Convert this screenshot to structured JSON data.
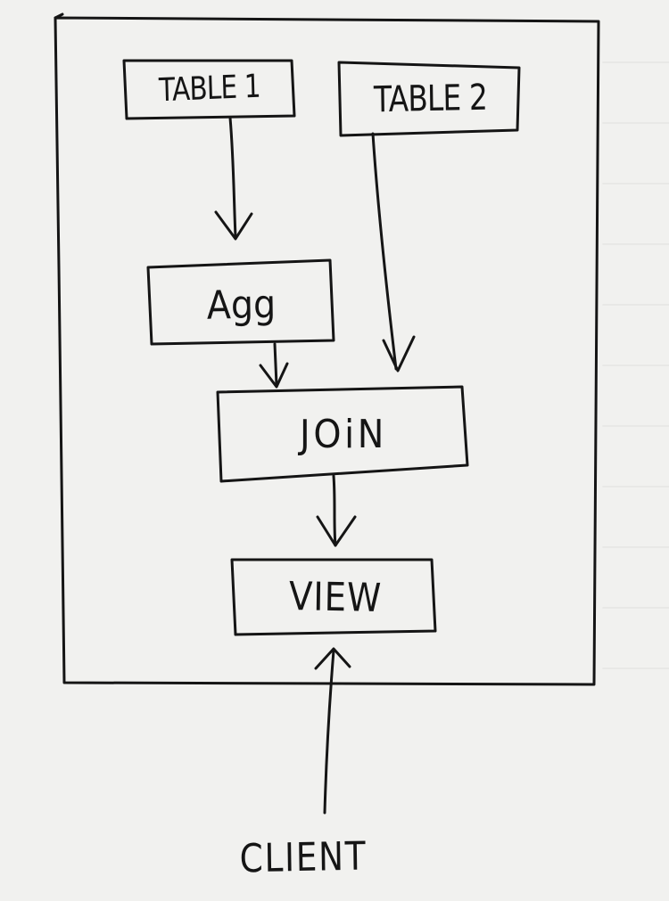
{
  "diagram": {
    "nodes": {
      "table1": "TABLE 1",
      "table2": "TABLE 2",
      "agg": "Agg",
      "join": "JOiN",
      "view": "VIEW",
      "client": "CLIENT"
    },
    "edges": [
      {
        "from": "TABLE 1",
        "to": "Agg"
      },
      {
        "from": "TABLE 2",
        "to": "JOiN"
      },
      {
        "from": "Agg",
        "to": "JOiN"
      },
      {
        "from": "JOiN",
        "to": "VIEW"
      },
      {
        "from": "CLIENT",
        "to": "VIEW"
      }
    ],
    "ink_color": "#151515",
    "paper_color": "#f1f1ef"
  }
}
